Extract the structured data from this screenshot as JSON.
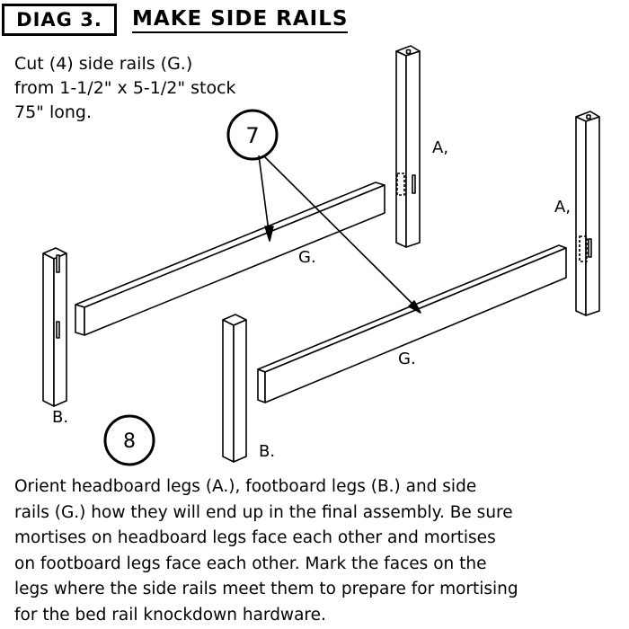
{
  "header": {
    "diagram_number": "DIAG 3.",
    "title": "MAKE SIDE RAILS"
  },
  "cut_note": {
    "lines": [
      "Cut (4) side rails (G.)",
      "from 1-1/2\" x 5-1/2\" stock",
      "75\" long."
    ]
  },
  "callouts": {
    "seven": "7",
    "eight": "8"
  },
  "part_labels": {
    "headboard_leg_1": "A,",
    "headboard_leg_2": "A,",
    "side_rail_1": "G.",
    "side_rail_2": "G.",
    "footboard_leg_1": "B.",
    "footboard_leg_2": "B."
  },
  "instructions": {
    "lines": [
      "Orient headboard legs (A.), footboard legs (B.) and side",
      "rails (G.) how they will end up in the final assembly. Be sure",
      "mortises on headboard legs face each other and mortises",
      "on footboard legs face each other. Mark the faces on the",
      "legs where the side rails meet them to prepare for mortising",
      "for the bed rail knockdown hardware."
    ]
  }
}
